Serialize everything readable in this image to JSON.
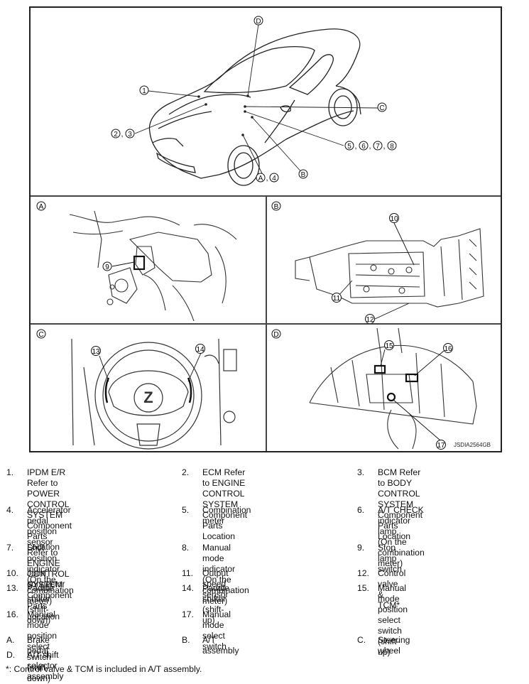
{
  "figure": {
    "code": "JSDIA2564GB",
    "overview_labels": [
      "1",
      "D",
      "2",
      "3",
      "C",
      "5",
      "6",
      "7",
      "8",
      "A",
      "4",
      "B"
    ],
    "panels": [
      {
        "id": "A",
        "callouts": [
          "9"
        ]
      },
      {
        "id": "B",
        "callouts": [
          "10",
          "11",
          "12"
        ]
      },
      {
        "id": "C",
        "callouts": [
          "13",
          "14"
        ]
      },
      {
        "id": "D",
        "callouts": [
          "15",
          "16",
          "17"
        ]
      }
    ]
  },
  "legend": [
    {
      "num": "1.",
      "text": "IPDM E/R Refer to POWER\nCONTROL SYSTEM Component\nParts Location"
    },
    {
      "num": "2.",
      "text": "ECM Refer to ENGINE CONTROL\nSYSTEM Component Parts Location"
    },
    {
      "num": "3.",
      "text": "BCM Refer to BODY CONTROL\nSYSTEM Component Parts Location"
    },
    {
      "num": "4.",
      "text": "Accelerator pedal position sensor\nRefer to ENGINE CONTROL SYSTEM\nComponent Parts Location"
    },
    {
      "num": "5.",
      "text": "Combination meter"
    },
    {
      "num": "6.",
      "text": "A/T CHECK indicator lamp\n(On the combination meter)"
    },
    {
      "num": "7.",
      "text": "Shift position indicator\n(On the combination meter)"
    },
    {
      "num": "8.",
      "text": "Manual mode indicator\n(On the combination meter)"
    },
    {
      "num": "9.",
      "text": "Stop lamp switch"
    },
    {
      "num": "10.",
      "text": "Joint connector"
    },
    {
      "num": "11.",
      "text": "Output speed sensor"
    },
    {
      "num": "12.",
      "text": "Control valve & TCM*"
    },
    {
      "num": "13.",
      "text": "Paddle shifter (shift-down)"
    },
    {
      "num": "14.",
      "text": "Paddle shifter (shift-up)"
    },
    {
      "num": "15.",
      "text": "Manual mode position select switch\n(shift-up)"
    },
    {
      "num": "16.",
      "text": "Manual mode position select switch\n(shift-down)"
    },
    {
      "num": "17.",
      "text": "Manual mode select switch"
    },
    {
      "num": "A.",
      "text": "Brake pedal"
    },
    {
      "num": "B.",
      "text": "A/T assembly"
    },
    {
      "num": "C.",
      "text": "Steering wheel"
    },
    {
      "num": "D.",
      "text": "A/T shift selector assembly"
    }
  ],
  "footnote": "*: Control valve & TCM is included in A/T assembly."
}
